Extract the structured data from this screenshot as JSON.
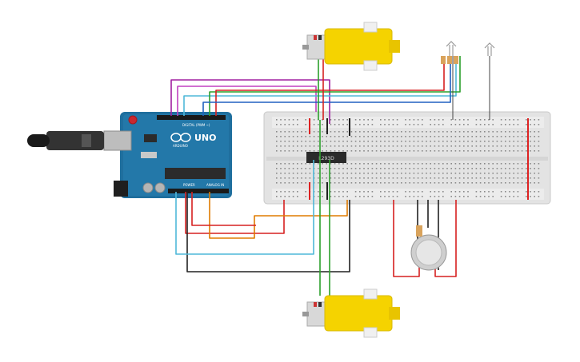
{
  "canvas": {
    "background": "#ffffff"
  },
  "arduino": {
    "brand": "UNO",
    "brand_small": "ARDUINO",
    "header_digital": "DIGITAL (PWM ~)",
    "header_power": "POWER",
    "header_analog": "ANALOG IN",
    "board_color": "#1f6f9e",
    "icon": "arduino-infinity-logo"
  },
  "breadboard": {
    "chip_label": "L293D",
    "rail_red": "#d22",
    "rail_blue": "#24a"
  },
  "components": {
    "motor_top": "dc-gear-motor",
    "motor_bottom": "dc-gear-motor",
    "led_rgb": "rgb-led",
    "led_single": "led",
    "sensor": "ultrasonic/gas-sensor",
    "resistors": "resistor"
  },
  "wire_colors": {
    "purple": "#a020a0",
    "magenta": "#c040c0",
    "cyan": "#4fb8d8",
    "green": "#2ca02c",
    "red": "#d62020",
    "black": "#222222",
    "orange": "#e07b00",
    "blue": "#2060c0"
  }
}
